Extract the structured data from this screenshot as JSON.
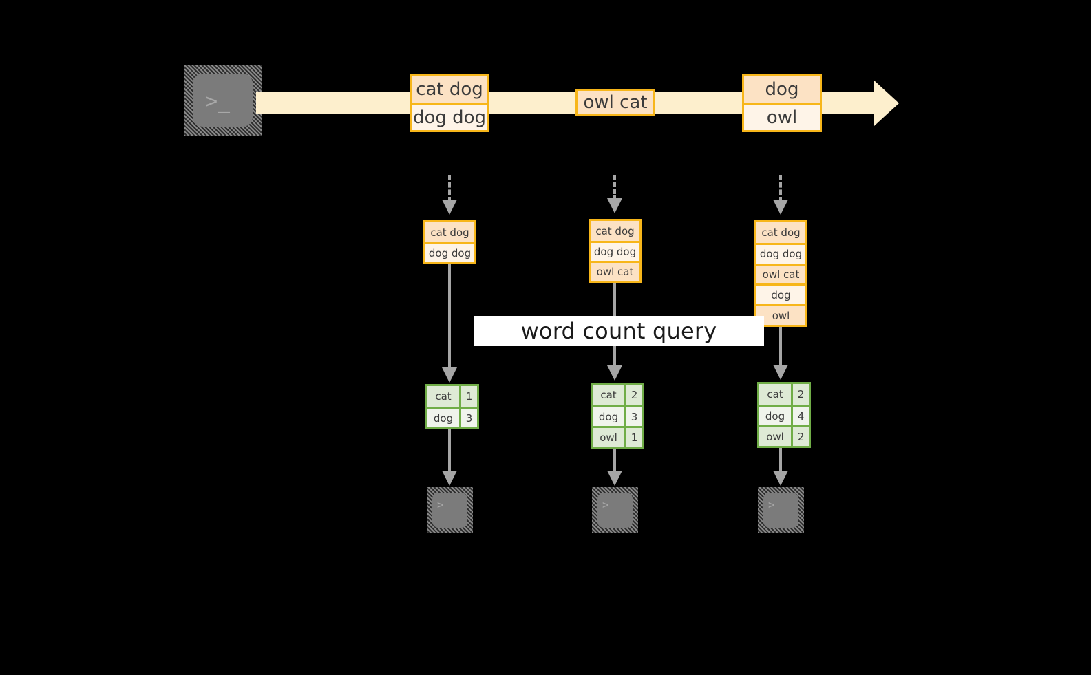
{
  "diagram": {
    "title_label": "word count query",
    "colors": {
      "background": "#000000",
      "stream_fill": "#FDEFCD",
      "record_border": "#F7B61A",
      "record_fill_dark": "#FCE2C4",
      "record_fill_light": "#FEF4E8",
      "table_border": "#70AD47",
      "table_fill_dark": "#DEEAD5",
      "table_fill_light": "#F0F4EC",
      "connector": "#A6A6A6",
      "terminal_fill": "#7B7B7B",
      "label_band": "#FFFFFF"
    },
    "source": {
      "icon": "terminal-icon",
      "prompt_glyph": ">_"
    },
    "stream": {
      "direction": "left-to-right",
      "records": [
        {
          "id": "record-1",
          "lines": [
            {
              "text": "cat dog",
              "shade": "dark"
            },
            {
              "text": "dog dog",
              "shade": "light"
            }
          ]
        },
        {
          "id": "record-2",
          "lines": [
            {
              "text": "owl cat",
              "shade": "dark"
            }
          ]
        },
        {
          "id": "record-3",
          "lines": [
            {
              "text": "dog",
              "shade": "dark"
            },
            {
              "text": "owl",
              "shade": "light"
            }
          ]
        }
      ]
    },
    "snapshots": [
      {
        "id": "snapshot-1",
        "input_lines": [
          {
            "text": "cat dog",
            "shade": "dark"
          },
          {
            "text": "dog dog",
            "shade": "light"
          }
        ],
        "result_rows": [
          {
            "key": "cat",
            "value": "1",
            "shade": "shadeA"
          },
          {
            "key": "dog",
            "value": "3",
            "shade": "shadeB"
          }
        ],
        "sink": {
          "icon": "terminal-icon",
          "prompt_glyph": ">_"
        }
      },
      {
        "id": "snapshot-2",
        "input_lines": [
          {
            "text": "cat dog",
            "shade": "dark"
          },
          {
            "text": "dog dog",
            "shade": "light"
          },
          {
            "text": "owl cat",
            "shade": "dark"
          }
        ],
        "result_rows": [
          {
            "key": "cat",
            "value": "2",
            "shade": "shadeA"
          },
          {
            "key": "dog",
            "value": "3",
            "shade": "shadeB"
          },
          {
            "key": "owl",
            "value": "1",
            "shade": "shadeA"
          }
        ],
        "sink": {
          "icon": "terminal-icon",
          "prompt_glyph": ">_"
        }
      },
      {
        "id": "snapshot-3",
        "input_lines": [
          {
            "text": "cat dog",
            "shade": "dark"
          },
          {
            "text": "dog dog",
            "shade": "light"
          },
          {
            "text": "owl cat",
            "shade": "dark"
          },
          {
            "text": "dog",
            "shade": "light"
          },
          {
            "text": "owl",
            "shade": "dark"
          }
        ],
        "result_rows": [
          {
            "key": "cat",
            "value": "2",
            "shade": "shadeA"
          },
          {
            "key": "dog",
            "value": "4",
            "shade": "shadeB"
          },
          {
            "key": "owl",
            "value": "2",
            "shade": "shadeA"
          }
        ],
        "sink": {
          "icon": "terminal-icon",
          "prompt_glyph": ">_"
        }
      }
    ]
  }
}
